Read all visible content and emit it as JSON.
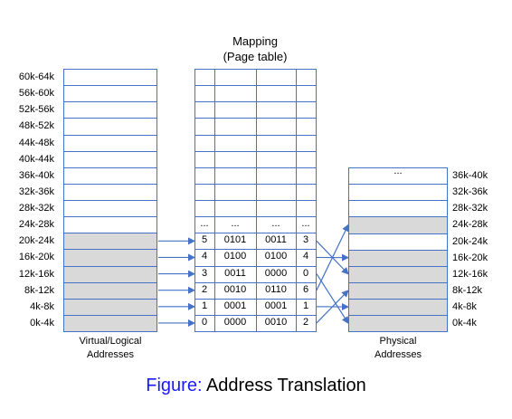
{
  "mapping_title": [
    "Mapping",
    "(Page table)"
  ],
  "virtual_labels": [
    "60k-64k",
    "56k-60k",
    "52k-56k",
    "48k-52k",
    "44k-48k",
    "40k-44k",
    "36k-40k",
    "32k-36k",
    "28k-32k",
    "24k-28k",
    "20k-24k",
    "16k-20k",
    "12k-16k",
    "8k-12k",
    "4k-8k",
    "0k-4k"
  ],
  "virtual_shaded": [
    false,
    false,
    false,
    false,
    false,
    false,
    false,
    false,
    false,
    false,
    true,
    true,
    true,
    true,
    true,
    true
  ],
  "virtual_caption": [
    "Virtual/Logical",
    "Addresses"
  ],
  "page_table_ellipsis": [
    "...",
    "...",
    "...",
    "..."
  ],
  "page_table_rows": [
    [
      "5",
      "0101",
      "0011",
      "3"
    ],
    [
      "4",
      "0100",
      "0100",
      "4"
    ],
    [
      "3",
      "0011",
      "0000",
      "0"
    ],
    [
      "2",
      "0010",
      "0110",
      "6"
    ],
    [
      "1",
      "0001",
      "0001",
      "1"
    ],
    [
      "0",
      "0000",
      "0010",
      "2"
    ]
  ],
  "physical_top_ellipsis": "...",
  "physical_labels": [
    "36k-40k",
    "32k-36k",
    "28k-32k",
    "24k-28k",
    "20k-24k",
    "16k-20k",
    "12k-16k",
    "8k-12k",
    "4k-8k",
    "0k-4k"
  ],
  "physical_shaded": [
    false,
    false,
    false,
    true,
    false,
    true,
    true,
    true,
    true,
    true
  ],
  "physical_caption": [
    "Physical",
    "Addresses"
  ],
  "caption": {
    "label": "Figure:",
    "text": "Address Translation"
  },
  "colors": {
    "border": "#4472c4",
    "shade": "#d9d9d9",
    "arrow": "#4472c4",
    "caption_label": "#1a1aff"
  }
}
